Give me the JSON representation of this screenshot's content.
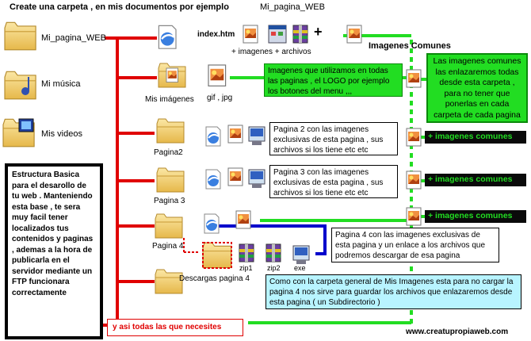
{
  "header": {
    "title": "Create una carpeta , en mis documentos por ejemplo",
    "folder_name": "Mi_pagina_WEB"
  },
  "left_folders": {
    "web": "Mi_pagina_WEB",
    "music": "Mi música",
    "videos": "Mis videos"
  },
  "top_row": {
    "index_file": "index.htm",
    "plus_sign": "+",
    "caption": "+ imagenes + archivos",
    "common_title": "Imagenes Comunes"
  },
  "folders": {
    "mis_imagenes": "Mis imágenes",
    "gif_jpg": "gif , jpg",
    "pagina2": "Pagina2",
    "pagina3": "Pagina 3",
    "pagina4": "Pagina 4",
    "descargas": "Descargas pagina 4",
    "zip1": "zip1",
    "zip2": "zip2",
    "exe": "exe"
  },
  "notes": {
    "mis_imagenes_note": "Imagenes que utilizamos en todas las paginas , el LOGO por ejemplo los botones del menu ,,,",
    "common_note": "Las imagenes comunes las enlazaremos todas desde esta carpeta , para no tener que ponerlas en cada carpeta de cada pagina",
    "pagina2_note": "Pagina 2 con las imagenes exclusivas de esta pagina , sus archivos si los tiene etc etc",
    "pagina3_note": "Pagina 3 con las imagenes exclusivas de esta pagina , sus archivos si los tiene etc etc",
    "pagina4_note": "Pagina 4 con las imagenes exclusivas de esta pagina y un enlace a los archivos que podremos descargar de esa pagina",
    "descargas_note": "Como con la carpeta general de Mis Imagenes esta para no cargar la pagina 4 nos sirve para guardar los archivos que enlazaremos desde esta pagina ( un Subdirectorio )",
    "basic_structure": "Estructura Basica para el desarollo de tu web . Manteniendo esta base , te sera muy facil tener localizados tus contenidos y paginas , ademas a la hora de publicarla en el servidor mediante un FTP funcionara correctamente",
    "and_so_on": "y asi todas las que necesites"
  },
  "common_labels": [
    "+ imagenes comunes",
    "+ imagenes comunes",
    "+ imagenes comunes"
  ],
  "footer": {
    "url": "www.creatupropiaweb.com"
  },
  "colors": {
    "red": "#e00000",
    "green": "#22dd22",
    "blue": "#0000cc",
    "folder": "#f2d27a",
    "light_blue": "#b8f4ff",
    "dark_bar": "#0a0a0a"
  },
  "icons": [
    "folder-icon",
    "ie-document-icon",
    "image-file-icon",
    "music-note-icon",
    "film-icon",
    "archive-icon",
    "exe-icon",
    "plus-icon"
  ]
}
